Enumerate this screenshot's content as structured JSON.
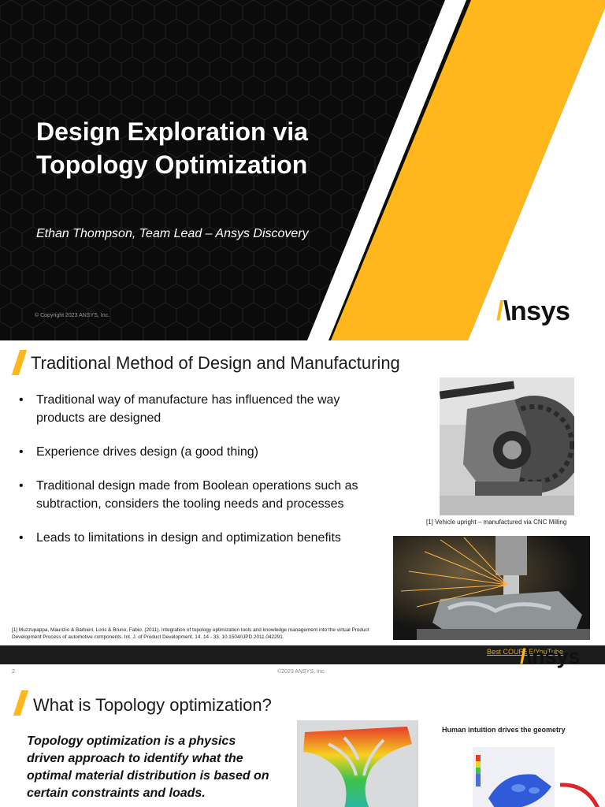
{
  "slide1": {
    "title_line1": "Design Exploration via",
    "title_line2": "Topology Optimization",
    "subtitle": "Ethan Thompson, Team Lead – Ansys Discovery",
    "copyright": "© Copyright 2023 ANSYS, Inc.",
    "logo_slash": "/",
    "logo_text": "\\nsys"
  },
  "slide2": {
    "title": "Traditional Method of Design and Manufacturing",
    "bullet_char": "•",
    "bullets": [
      "Traditional way of manufacture has influenced the way products are designed",
      "Experience drives design (a good thing)",
      "Traditional design made from Boolean operations such as subtraction, considers the tooling needs and processes",
      "Leads to limitations in design and optimization benefits"
    ],
    "image_caption": "[1] Vehicle upright – manufactured via CNC Milling",
    "reference": "[1] Muzzupappa, Maurizio & Barbieri, Loris & Bruno, Fabio. (2011). Integration of topology optimization tools and knowledge management into the virtual Product Development Process of automotive components. Int. J. of Product Development. 14. 14 - 33. 10.1504/IJPD.2011.042291.",
    "link_text": "Best COURSE/YouTube",
    "logo_slash": "/",
    "logo_text": "\\nsys",
    "page_number": "2",
    "footer_copyright": "©2023 ANSYS, Inc."
  },
  "slide3": {
    "title": "What is Topology optimization?",
    "body": "Topology optimization is a physics driven approach to identify what the optimal material distribution is based on certain constraints and loads.",
    "image_caption": "Human intuition drives the geometry"
  },
  "colors": {
    "accent": "#ffb71b",
    "dark_background": "#0b0b0b"
  }
}
